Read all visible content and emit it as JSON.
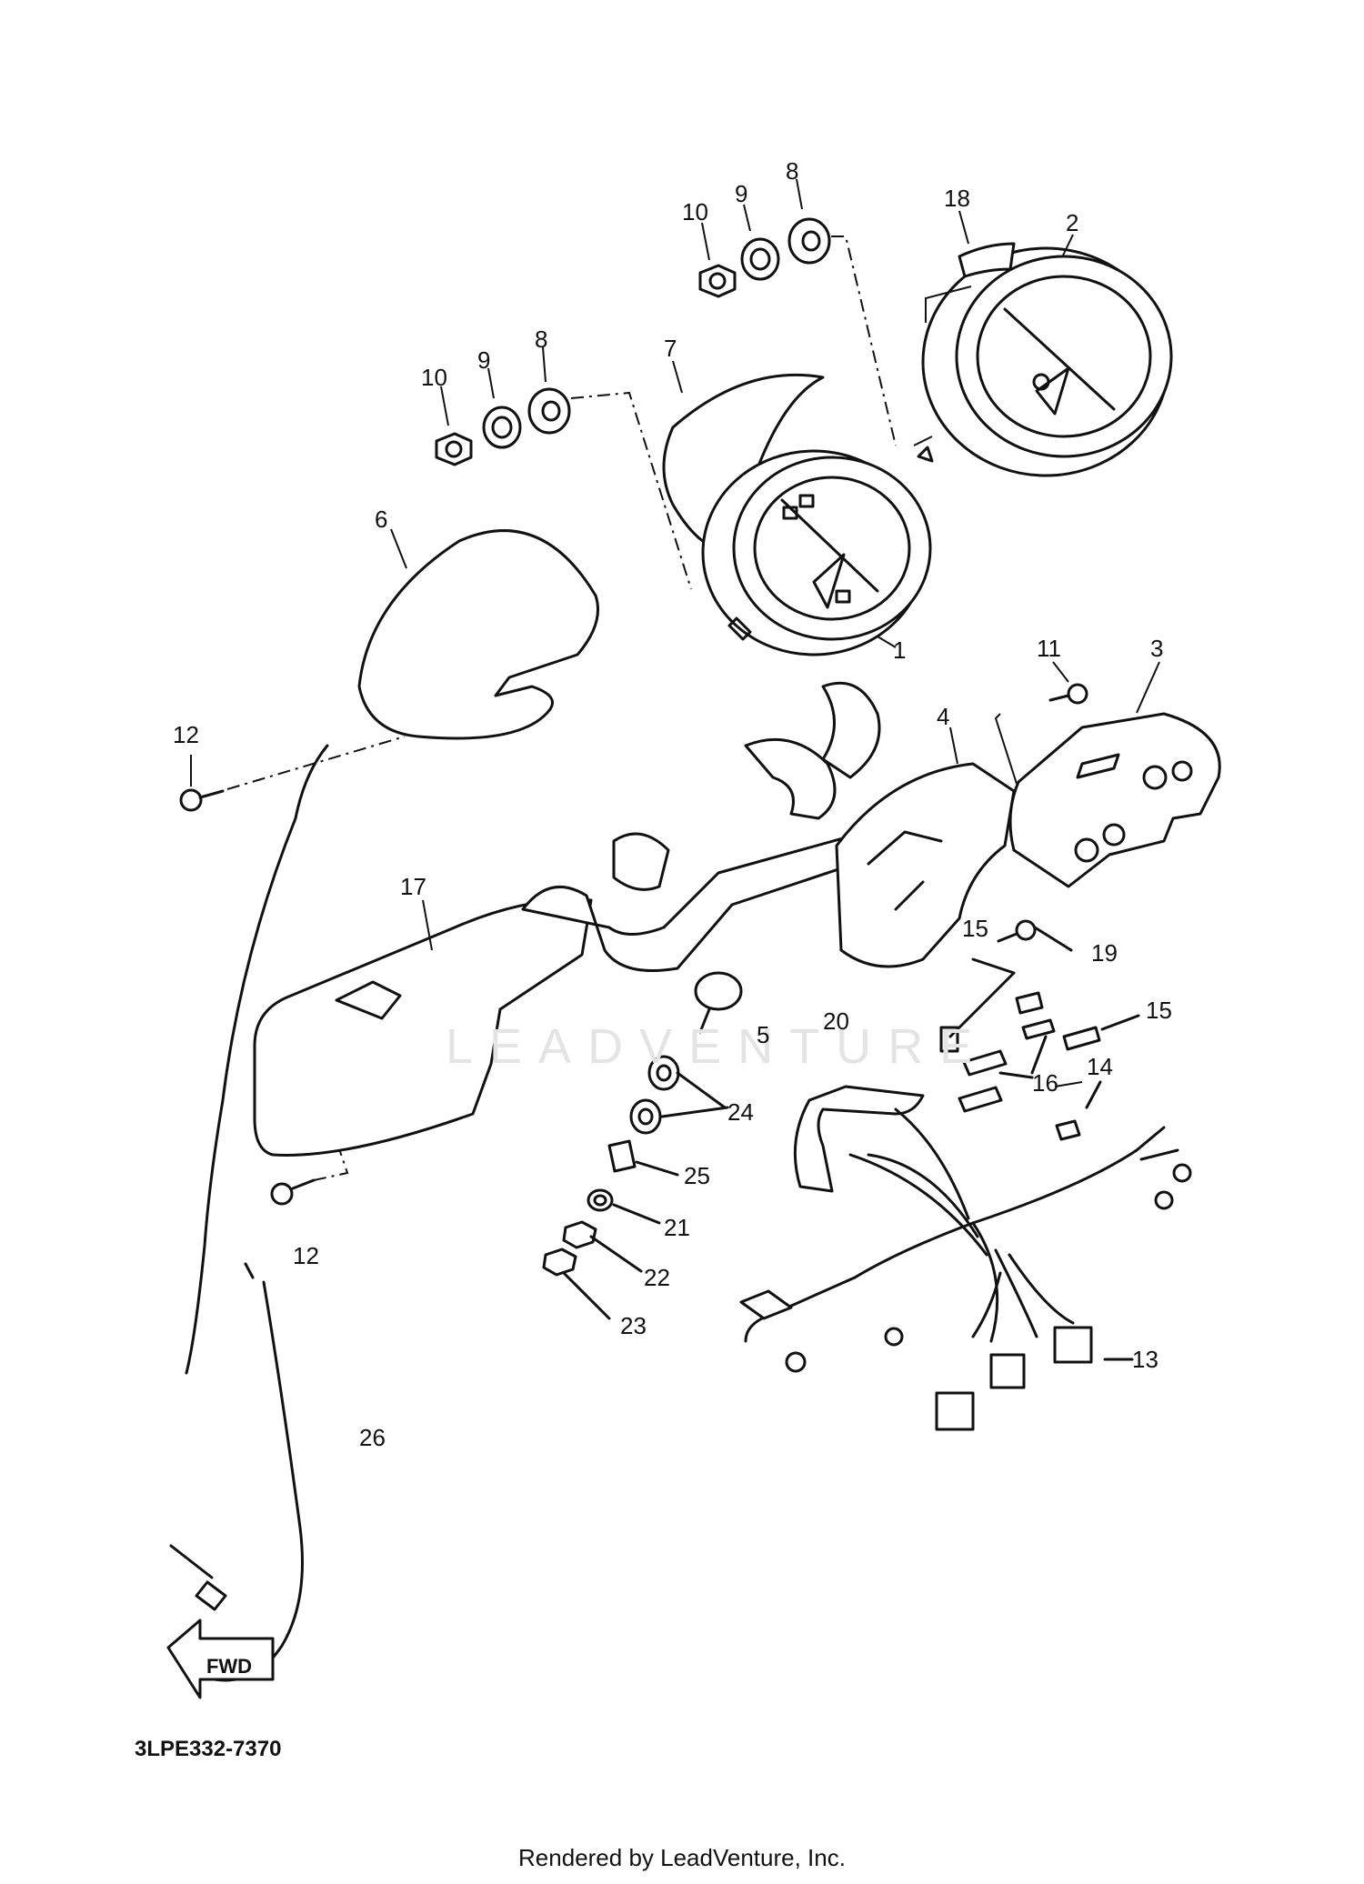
{
  "diagram": {
    "code": "3LPE332-7370",
    "footer": "Rendered by LeadVenture, Inc.",
    "watermark": "LEADVENTURE",
    "fwd_label": "FWD",
    "callouts": {
      "c1": "1",
      "c2": "2",
      "c3": "3",
      "c4": "4",
      "c5": "5",
      "c6": "6",
      "c7": "7",
      "c8a": "8",
      "c8b": "8",
      "c9a": "9",
      "c9b": "9",
      "c10a": "10",
      "c10b": "10",
      "c11": "11",
      "c12a": "12",
      "c12b": "12",
      "c13": "13",
      "c14": "14",
      "c15a": "15",
      "c15b": "15",
      "c16": "16",
      "c17": "17",
      "c18": "18",
      "c19": "19",
      "c20": "20",
      "c21": "21",
      "c22": "22",
      "c23": "23",
      "c24": "24",
      "c25": "25",
      "c26": "26"
    }
  }
}
